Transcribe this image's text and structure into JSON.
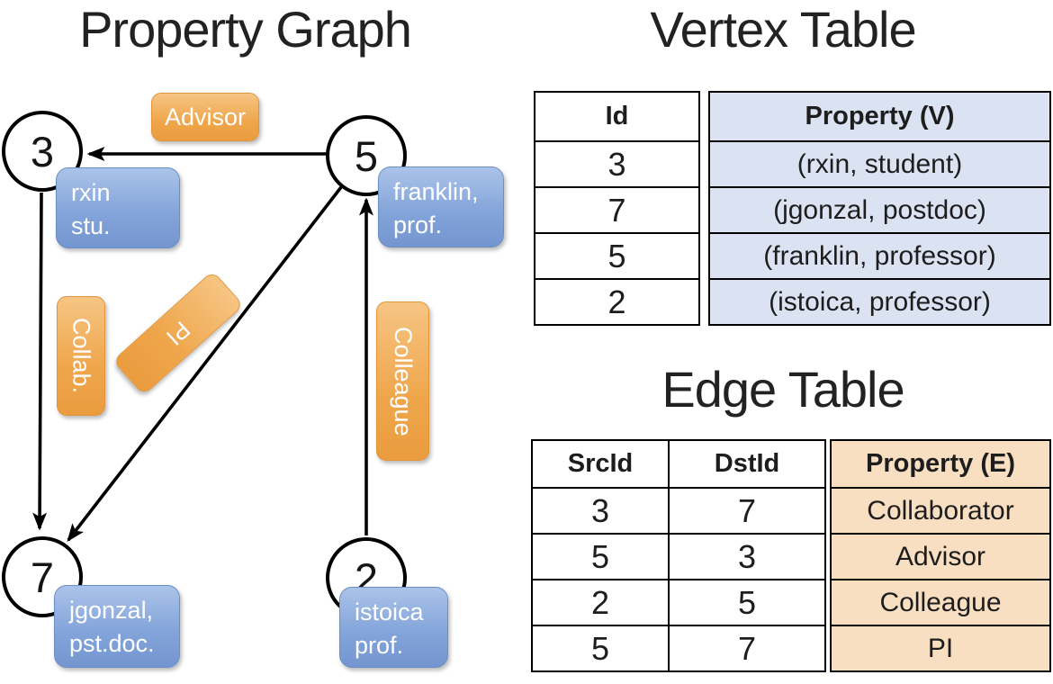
{
  "titles": {
    "graph": "Property Graph",
    "vertex_table": "Vertex Table",
    "edge_table": "Edge Table"
  },
  "graph": {
    "nodes": [
      {
        "id": "3",
        "label_lines": [
          "rxin",
          "stu."
        ]
      },
      {
        "id": "5",
        "label_lines": [
          "franklin,",
          "prof."
        ]
      },
      {
        "id": "7",
        "label_lines": [
          "jgonzal,",
          "pst.doc."
        ]
      },
      {
        "id": "2",
        "label_lines": [
          "istoica",
          "prof."
        ]
      }
    ],
    "edges": [
      {
        "from": "5",
        "to": "3",
        "label": "Advisor"
      },
      {
        "from": "3",
        "to": "7",
        "label": "Collab."
      },
      {
        "from": "5",
        "to": "7",
        "label": "PI"
      },
      {
        "from": "2",
        "to": "5",
        "label": "Colleague"
      }
    ]
  },
  "vertex_table": {
    "columns": [
      "Id",
      "Property (V)"
    ],
    "rows": [
      [
        "3",
        "(rxin, student)"
      ],
      [
        "7",
        "(jgonzal, postdoc)"
      ],
      [
        "5",
        "(franklin, professor)"
      ],
      [
        "2",
        "(istoica, professor)"
      ]
    ]
  },
  "edge_table": {
    "columns": [
      "SrcId",
      "DstId",
      "Property (E)"
    ],
    "rows": [
      [
        "3",
        "7",
        "Collaborator"
      ],
      [
        "5",
        "3",
        "Advisor"
      ],
      [
        "2",
        "5",
        "Colleague"
      ],
      [
        "5",
        "7",
        "PI"
      ]
    ]
  },
  "colors": {
    "edge_label_orange": "#efa64b",
    "vertex_label_blue": "#84a5da",
    "vertex_table_fill": "#dbe3f3",
    "edge_table_fill": "#f9dfc2",
    "line_black": "#000000"
  }
}
